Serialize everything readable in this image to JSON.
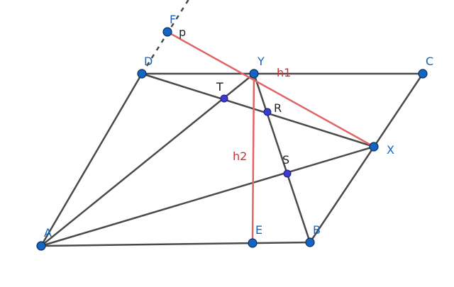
{
  "colors": {
    "segment": "#4a4a4a",
    "height": "#e06666",
    "point_fill": "#1565c0",
    "point_stroke": "#0b2f5e",
    "inner_point_fill": "#3d3dcc",
    "label_blue": "#1565c0",
    "label_black": "#222222",
    "label_red": "#cc3333"
  },
  "points": {
    "A": {
      "label": "A"
    },
    "B": {
      "label": "B"
    },
    "C": {
      "label": "C"
    },
    "D": {
      "label": "D"
    },
    "E": {
      "label": "E"
    },
    "F": {
      "label": "F"
    },
    "X": {
      "label": "X"
    },
    "Y": {
      "label": "Y"
    },
    "T": {
      "label": "T"
    },
    "R": {
      "label": "R"
    },
    "S": {
      "label": "S"
    }
  },
  "segment_labels": {
    "h1": "h1",
    "h2": "h2",
    "p": "p"
  }
}
